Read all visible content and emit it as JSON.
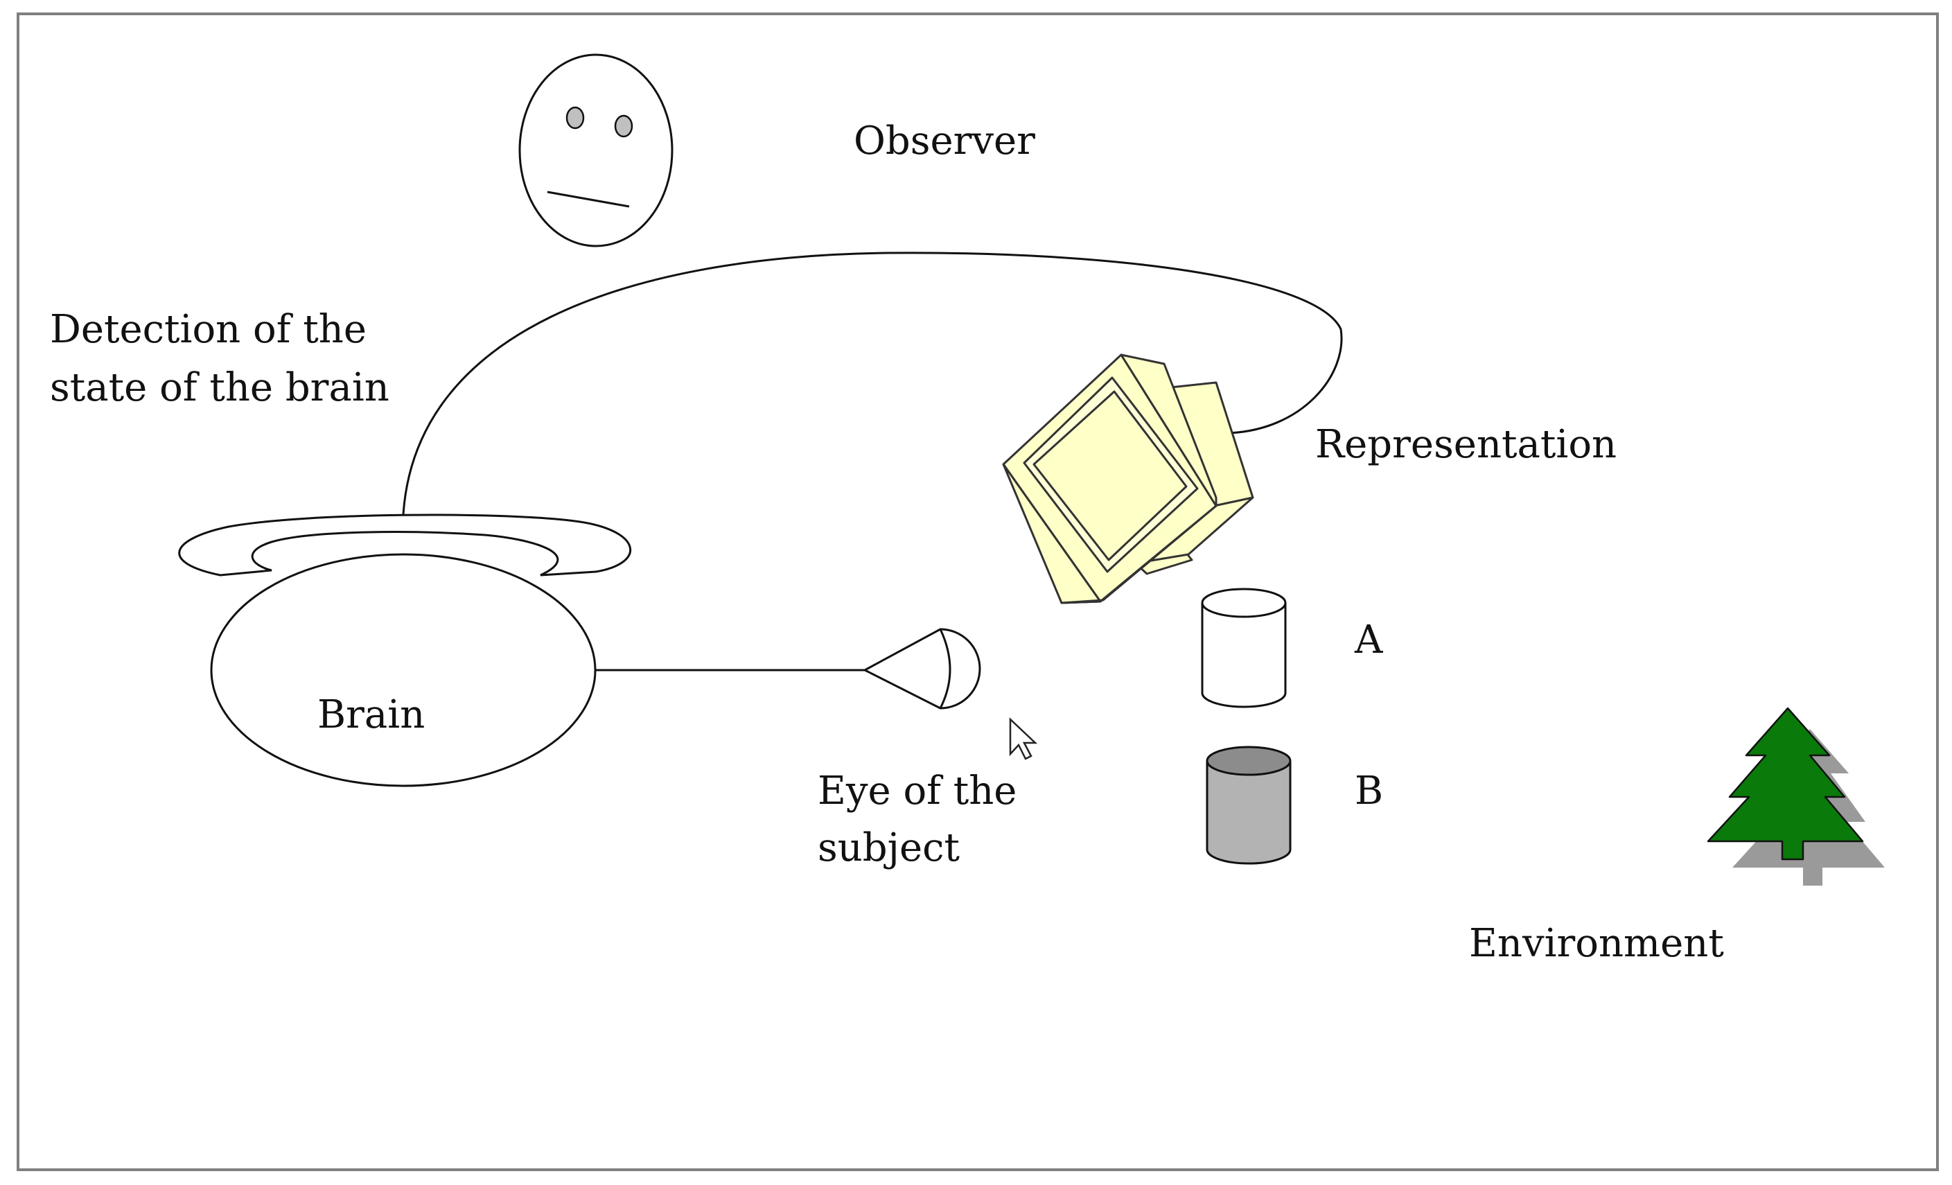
{
  "labels": {
    "observer": "Observer",
    "detection_line1": "Detection  of  the",
    "detection_line2": "state of the brain",
    "representation": "Representation",
    "brain": "Brain",
    "eye_line1": "Eye of the",
    "eye_line2": "subject",
    "object_a": "A",
    "object_b": "B",
    "environment": "Environment"
  },
  "colors": {
    "frame": "#808080",
    "monitor_fill": "#ffffc8",
    "monitor_stroke": "#333333",
    "cylinder_b_fill": "#b3b3b3",
    "cylinder_b_top": "#8c8c8c",
    "tree_fill": "#0a7a0a",
    "tree_shadow": "#9a9a9a",
    "observer_eyes": "#c0c0c0"
  },
  "icons": {
    "observer": "face-icon",
    "representation": "monitor-icon",
    "eye": "eye-icon",
    "cursor": "mouse-pointer-icon",
    "environment": "tree-icon"
  }
}
